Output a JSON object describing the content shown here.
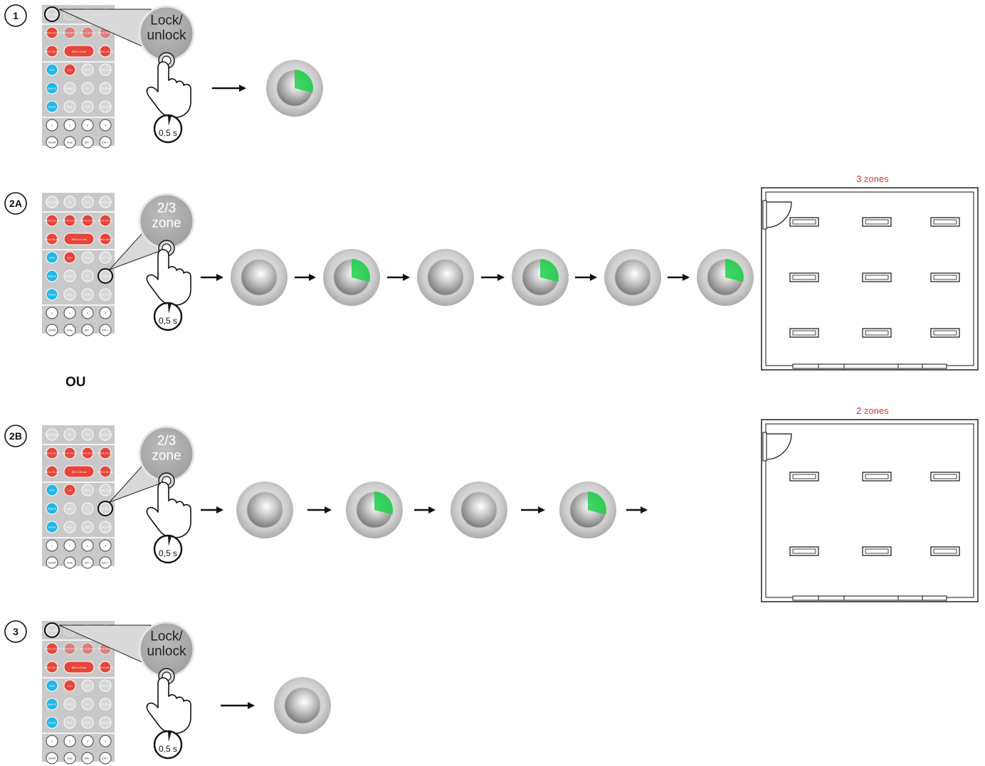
{
  "steps": [
    {
      "id": "1",
      "callout": [
        "Lock/",
        "unlock"
      ],
      "hold": "0,5 s",
      "target": "lock"
    },
    {
      "id": "2A",
      "callout": [
        "2/3",
        "zone"
      ],
      "hold": "0,5 s",
      "target": "zone"
    },
    {
      "id": "2B",
      "callout": [
        "2/3",
        "zone"
      ],
      "hold": "0,5 s",
      "target": "zone"
    },
    {
      "id": "3",
      "callout": [
        "Lock/",
        "unlock"
      ],
      "hold": "0,5 s",
      "target": "lock"
    }
  ],
  "separator": "OU",
  "floorplans": [
    {
      "label": "3 zones",
      "rows": 3
    },
    {
      "label": "2 zones",
      "rows": 2
    }
  ],
  "sequences": {
    "step1": [
      "green"
    ],
    "step2a": [
      "off",
      "green",
      "off",
      "green",
      "off",
      "green"
    ],
    "step2b": [
      "off",
      "green",
      "off",
      "green"
    ],
    "step3": [
      "off"
    ]
  },
  "remote": {
    "rows": [
      [
        "Lock/ unlock",
        "IrD",
        "Next",
        "Test On/Off"
      ],
      [
        "1200 lx 10 min",
        "300 lx 10 min",
        "500 lx 20 min",
        "600 lx 20 min"
      ],
      [
        "800 lx 20 min",
        "800 lx 60 min",
        "1000 lx 60 min"
      ],
      [
        "Time",
        "Lux",
        "Mode",
        "Fact. set"
      ],
      [
        "Back lit",
        "Status",
        "IR",
        "2/3 zone"
      ],
      [
        "Preset",
        "Sens.",
        "Calib.",
        "Min./ Off"
      ],
      [
        "1",
        "2",
        "3",
        "4"
      ],
      [
        "On/Off",
        "Auto",
        "Dim -",
        "Dim +"
      ]
    ]
  },
  "colors": {
    "accent_red": "#e8443a",
    "accent_blue": "#22b7e8",
    "led_green": "#1fd14a",
    "zone_label": "#d33a3a",
    "remote_body": "#c9c9c9"
  }
}
